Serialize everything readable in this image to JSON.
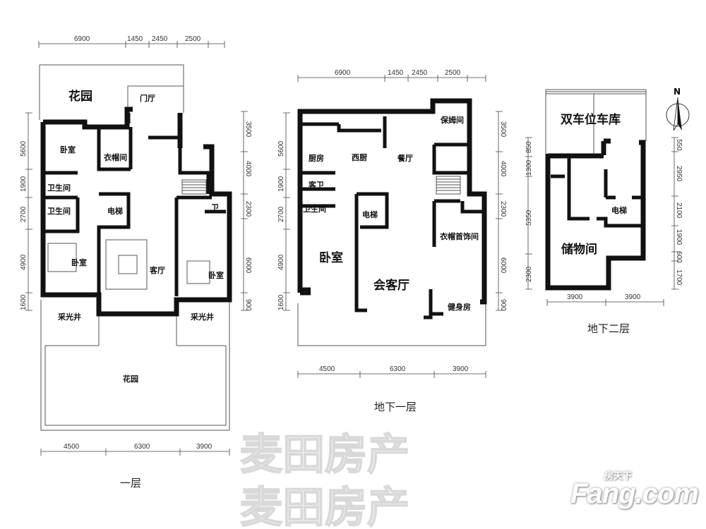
{
  "floor1": {
    "caption": "一层",
    "rooms": [
      "花园",
      "门厅",
      "卧室",
      "衣帽间",
      "卫生间",
      "卫生间",
      "电梯",
      "卧室",
      "客厅",
      "卧室",
      "卫",
      "采光井",
      "采光井",
      "花园"
    ],
    "dims": {
      "top": [
        "6900",
        "1450",
        "2450",
        "2500"
      ],
      "left": [
        "5600",
        "1900",
        "2700",
        "4900",
        "1600"
      ],
      "right": [
        "3500",
        "4000",
        "2300",
        "6000",
        "900"
      ],
      "bottom": [
        "4500",
        "6300",
        "3900"
      ]
    }
  },
  "floor_b1": {
    "caption": "地下一层",
    "rooms": [
      "保姆间",
      "厨房",
      "西厨",
      "餐厅",
      "客卫",
      "卫生间",
      "电梯",
      "衣帽首饰间",
      "卧室",
      "会客厅",
      "健身房"
    ],
    "dims": {
      "top": [
        "6900",
        "1450",
        "2450",
        "2500"
      ],
      "left": [
        "5600",
        "1900",
        "2700",
        "4900",
        "1600"
      ],
      "right": [
        "3500",
        "4000",
        "2300",
        "6000",
        "900"
      ],
      "bottom": [
        "4500",
        "6300",
        "3900"
      ]
    }
  },
  "floor_b2": {
    "caption": "地下二层",
    "rooms": [
      "双车位车库",
      "电梯",
      "储物间"
    ],
    "dims": {
      "left": [
        "850",
        "1300",
        "5350",
        "2300"
      ],
      "right": [
        "550",
        "2950",
        "2100",
        "1900",
        "600",
        "1700"
      ],
      "bottom": [
        "3900",
        "3900"
      ]
    }
  },
  "compass": {
    "label": "N",
    "icon": "north-arrow-icon"
  },
  "watermark": "麦田房产",
  "logo": {
    "cn": "房天下",
    "en": "Fang.com"
  }
}
